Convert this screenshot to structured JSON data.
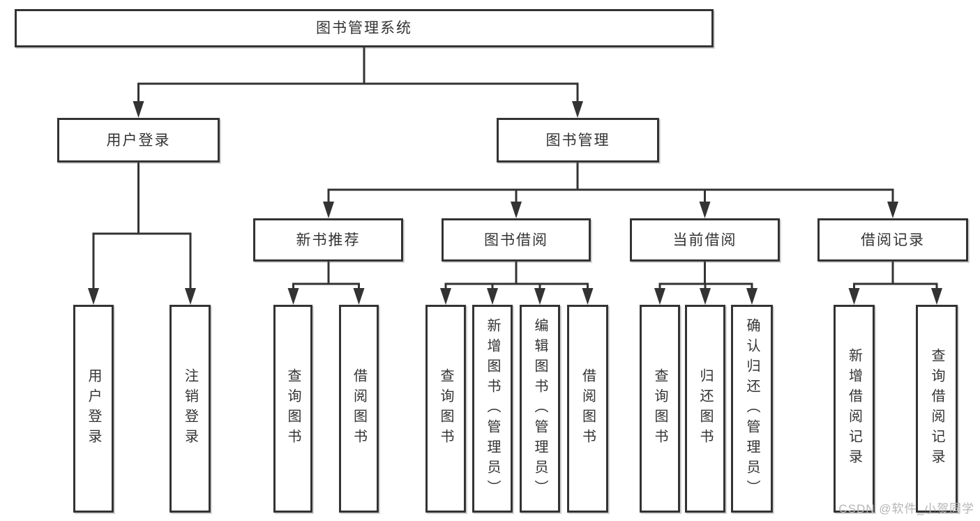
{
  "root": {
    "label": "图书管理系统"
  },
  "branches": [
    {
      "label": "用户登录",
      "children": [
        {
          "label": "用户登录"
        },
        {
          "label": "注销登录"
        }
      ]
    },
    {
      "label": "图书管理",
      "children": [
        {
          "label": "新书推荐",
          "children": [
            {
              "label": "查询图书"
            },
            {
              "label": "借阅图书"
            }
          ]
        },
        {
          "label": "图书借阅",
          "children": [
            {
              "label": "查询图书"
            },
            {
              "label": "新增图书（管理员）"
            },
            {
              "label": "编辑图书（管理员）"
            },
            {
              "label": "借阅图书"
            }
          ]
        },
        {
          "label": "当前借阅",
          "children": [
            {
              "label": "查询图书"
            },
            {
              "label": "归还图书"
            },
            {
              "label": "确认归还（管理员）"
            }
          ]
        },
        {
          "label": "借阅记录",
          "children": [
            {
              "label": "新增借阅记录"
            },
            {
              "label": "查询借阅记录"
            }
          ]
        }
      ]
    }
  ],
  "watermark": {
    "text": "CSDN @软件_小贺同学"
  },
  "colors": {
    "line": "#333333",
    "box_background": "#ffffff",
    "watermark": "#b5b5b5"
  }
}
